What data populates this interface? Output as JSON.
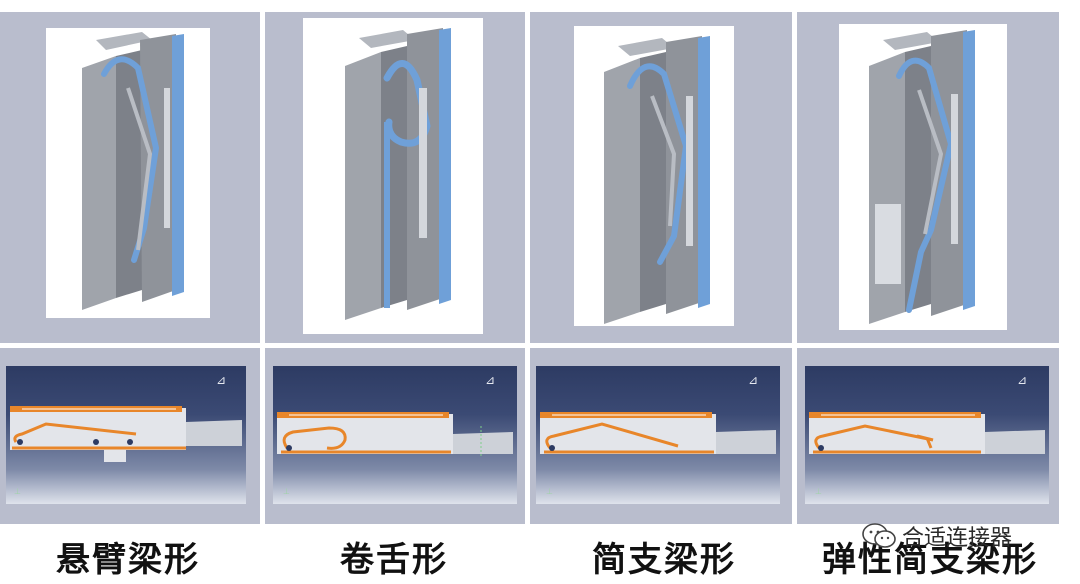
{
  "labels": {
    "cantilever": "悬臂梁形",
    "curled": "卷舌形",
    "simply_supported": "简支梁形",
    "elastic_simply_supported": "弹性简支梁形"
  },
  "watermark": {
    "text": "合适连接器",
    "icon": "wechat-icon"
  },
  "colors": {
    "panel_bg": "#b9bdcd",
    "spring_blue": "#6fa0d8",
    "contact_orange": "#e8862a",
    "body_gray": "#8a8e96",
    "sim_bg_top": "#2d3b63"
  }
}
